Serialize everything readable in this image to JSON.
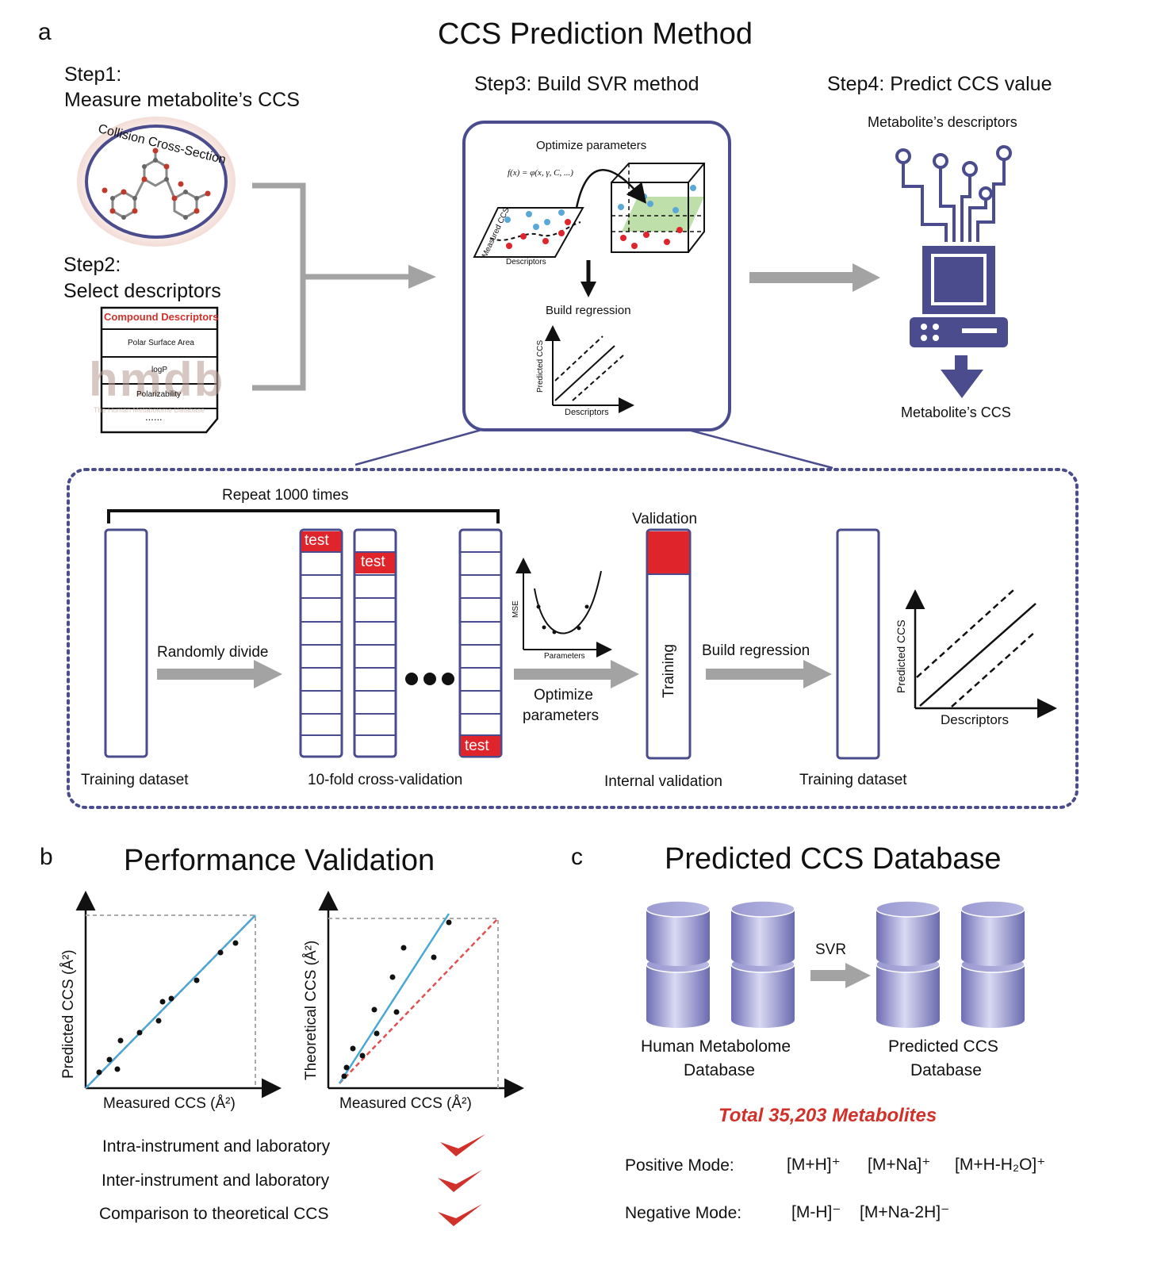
{
  "panel_a": {
    "letter": "a",
    "title": "CCS Prediction Method",
    "step1_line1": "Step1:",
    "step1_line2": "Measure metabolite’s CCS",
    "collision_label": "Collision Cross-Section",
    "step2_line1": "Step2:",
    "step2_line2": "Select descriptors",
    "descriptor_table": {
      "header": "Compound Descriptors",
      "rows": [
        "Polar Surface Area",
        "logP",
        "Polarizability",
        "......"
      ],
      "watermark": "hmdb",
      "watermark_sub": "The Human Metabolome Database"
    },
    "step3_title": "Step3: Build SVR method",
    "step3": {
      "optimize": "Optimize parameters",
      "formula": "f(x) = φ(x, γ, C, ...)",
      "measured_ccs": "Measured CCS",
      "descriptors": "Descriptors",
      "build_regression": "Build regression",
      "predicted_ccs": "Predicted CCS",
      "descriptors2": "Descriptors"
    },
    "step4_title": "Step4: Predict CCS value",
    "step4": {
      "input": "Metabolite’s descriptors",
      "output": "Metabolite’s CCS"
    },
    "workflow": {
      "repeat": "Repeat 1000 times",
      "randomly_divide": "Randomly divide",
      "test_label": "test",
      "mse": "MSE",
      "parameters": "Parameters",
      "optimize_line1": "Optimize",
      "optimize_line2": "parameters",
      "validation": "Validation",
      "training": "Training",
      "build_regression": "Build regression",
      "predicted_ccs": "Predicted CCS",
      "descriptors": "Descriptors",
      "cap_training_dataset": "Training dataset",
      "cap_cv": "10-fold cross-validation",
      "cap_internal": "Internal validation",
      "cap_training_dataset2": "Training dataset"
    }
  },
  "panel_b": {
    "letter": "b",
    "title": "Performance Validation",
    "plot1_y": "Predicted CCS (Å²)",
    "plot1_x": "Measured CCS (Å²)",
    "plot2_y": "Theoretical CCS (Å²)",
    "plot2_x": "Measured CCS (Å²)",
    "checks": [
      "Intra-instrument and laboratory",
      "Inter-instrument and laboratory",
      "Comparison to theoretical CCS"
    ]
  },
  "panel_c": {
    "letter": "c",
    "title": "Predicted CCS Database",
    "svr": "SVR",
    "db1_line1": "Human Metabolome",
    "db1_line2": "Database",
    "db2_line1": "Predicted CCS",
    "db2_line2": "Database",
    "total": "Total 35,203 Metabolites",
    "positive_label": "Positive Mode:",
    "positive_adducts": [
      "[M+H]⁺",
      "[M+Na]⁺",
      "[M+H-H₂O]⁺"
    ],
    "negative_label": "Negative Mode:",
    "negative_adducts": [
      "[M-H]⁻",
      "[M+Na-2H]⁻"
    ]
  },
  "colors": {
    "navy": "#4b4c8d",
    "red": "#d0322b",
    "gray_arrow": "#a3a3a3",
    "blue_fit": "#4aa7d6",
    "db_cylinder": "#8888c8"
  }
}
